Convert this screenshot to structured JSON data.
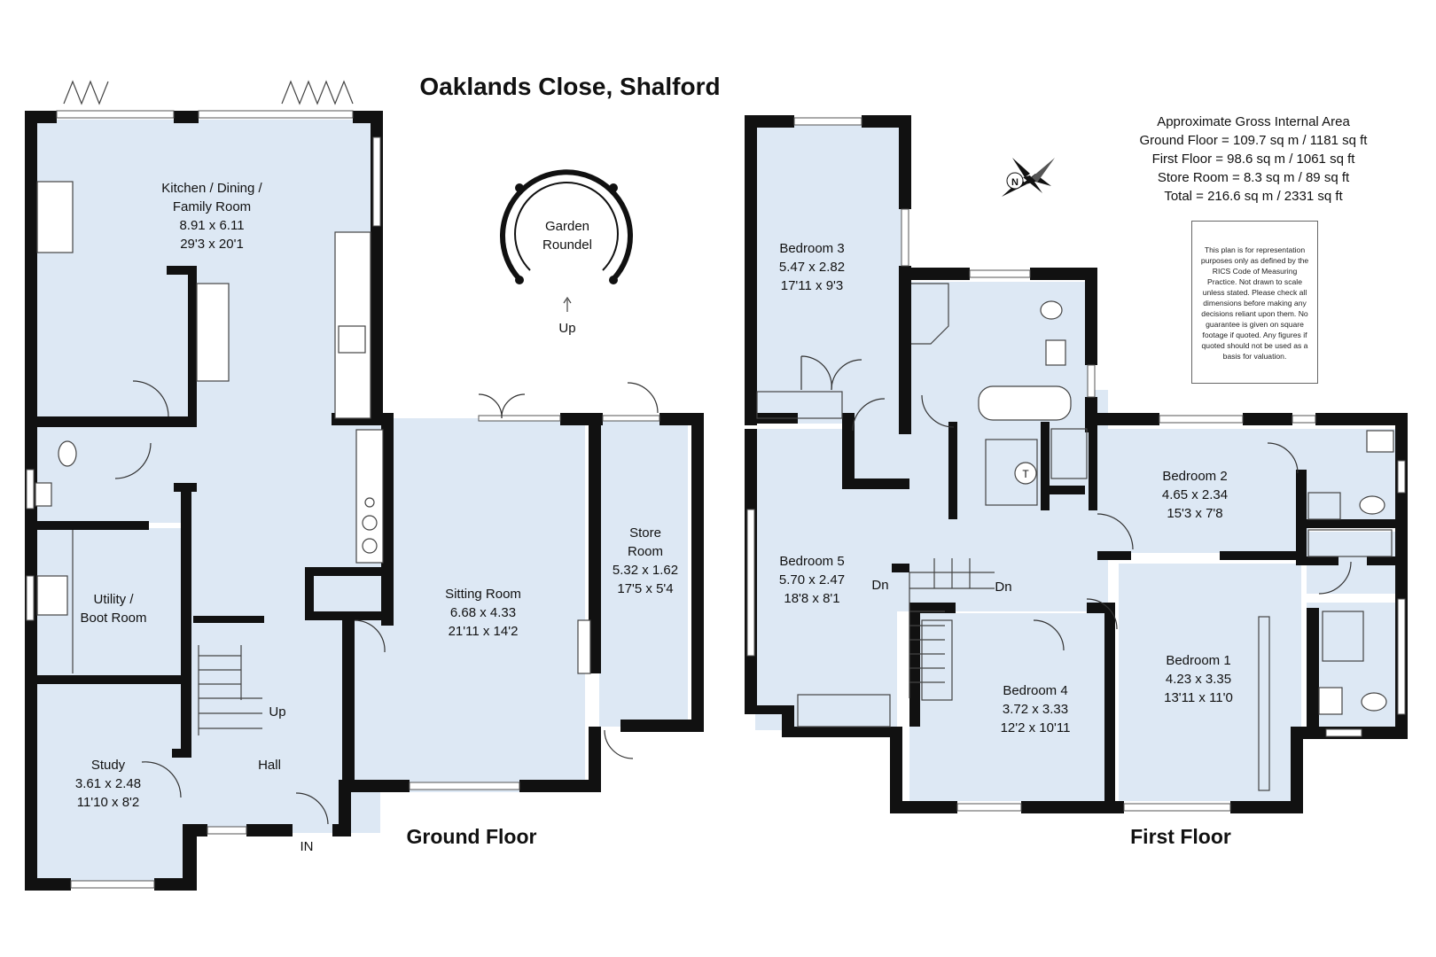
{
  "title": "Oaklands Close, Shalford",
  "floors": {
    "ground": "Ground Floor",
    "first": "First Floor"
  },
  "area_summary": {
    "heading": "Approximate Gross Internal Area",
    "ground": "Ground Floor = 109.7 sq m / 1181 sq ft",
    "first": "First Floor = 98.6 sq m / 1061 sq ft",
    "store": "Store Room = 8.3 sq m / 89 sq ft",
    "total": "Total = 216.6 sq m / 2331 sq ft"
  },
  "disclaimer": "This plan is for representation purposes only as defined by the RICS Code of Measuring Practice. Not drawn to scale unless stated. Please check all dimensions before making any decisions reliant upon them. No guarantee is given on square footage if quoted. Any figures if quoted should not be used as a basis for valuation.",
  "rooms": {
    "kitchen": {
      "name1": "Kitchen / Dining /",
      "name2": "Family Room",
      "metric": "8.91 x 6.11",
      "imperial": "29'3 x 20'1"
    },
    "utility": {
      "name1": "Utility /",
      "name2": "Boot Room"
    },
    "study": {
      "name": "Study",
      "metric": "3.61 x 2.48",
      "imperial": "11'10 x 8'2"
    },
    "hall": {
      "name": "Hall"
    },
    "sitting": {
      "name": "Sitting Room",
      "metric": "6.68 x 4.33",
      "imperial": "21'11 x 14'2"
    },
    "store": {
      "name1": "Store",
      "name2": "Room",
      "metric": "5.32 x 1.62",
      "imperial": "17'5 x 5'4"
    },
    "garden": {
      "name1": "Garden",
      "name2": "Roundel",
      "up": "Up"
    },
    "bedroom3": {
      "name": "Bedroom 3",
      "metric": "5.47 x 2.82",
      "imperial": "17'11 x 9'3"
    },
    "bedroom5": {
      "name": "Bedroom 5",
      "metric": "5.70 x 2.47",
      "imperial": "18'8 x 8'1"
    },
    "bedroom2": {
      "name": "Bedroom 2",
      "metric": "4.65 x 2.34",
      "imperial": "15'3 x 7'8"
    },
    "bedroom4": {
      "name": "Bedroom 4",
      "metric": "3.72 x 3.33",
      "imperial": "12'2 x 10'11"
    },
    "bedroom1": {
      "name": "Bedroom 1",
      "metric": "4.23 x 3.35",
      "imperial": "13'11 x 11'0"
    }
  },
  "stairs": {
    "up": "Up",
    "down1": "Dn",
    "down2": "Dn",
    "entrance": "IN",
    "tank": "T"
  },
  "compass": {
    "letter": "N"
  },
  "colors": {
    "room_fill": "#dde8f4",
    "wall": "#111111"
  }
}
